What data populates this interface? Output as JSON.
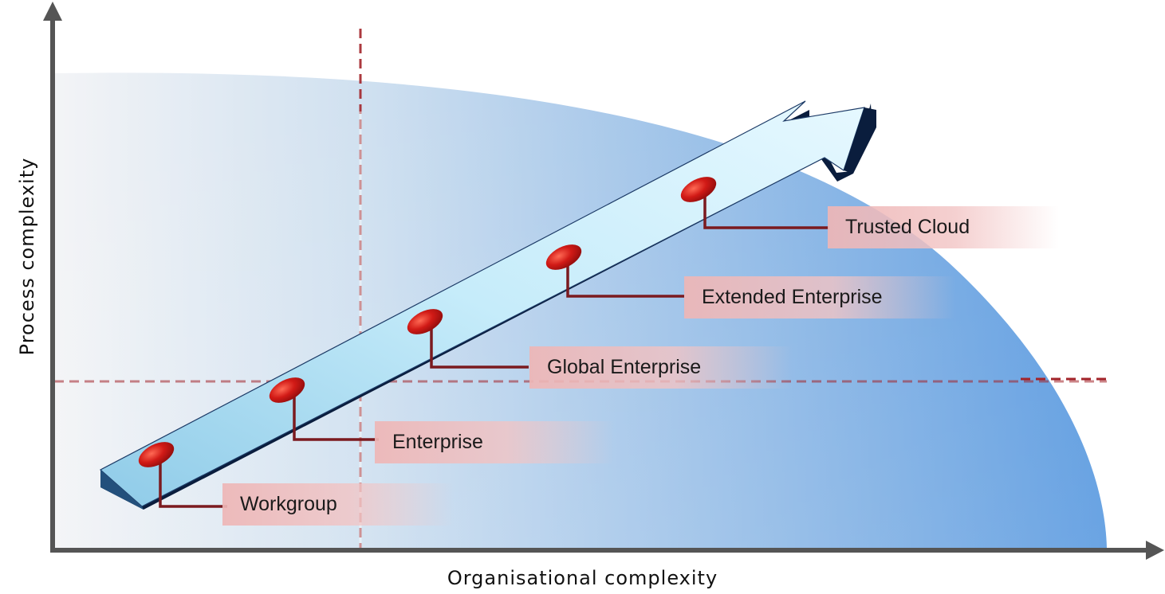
{
  "diagram": {
    "x_axis_title": "Organisational complexity",
    "y_axis_title": "Process complexity",
    "stages": [
      {
        "label": "Workgroup"
      },
      {
        "label": "Enterprise"
      },
      {
        "label": "Global Enterprise"
      },
      {
        "label": "Extended Enterprise"
      },
      {
        "label": "Trusted Cloud"
      }
    ]
  },
  "colors": {
    "axis": "#555555",
    "marker": "#c0181a",
    "connector": "#7b1a1f",
    "dashed_guide": "#a3242a",
    "arrow_top": "#bfe6f7",
    "arrow_side": "#0a1d3d",
    "region": "#5e9ee0"
  }
}
